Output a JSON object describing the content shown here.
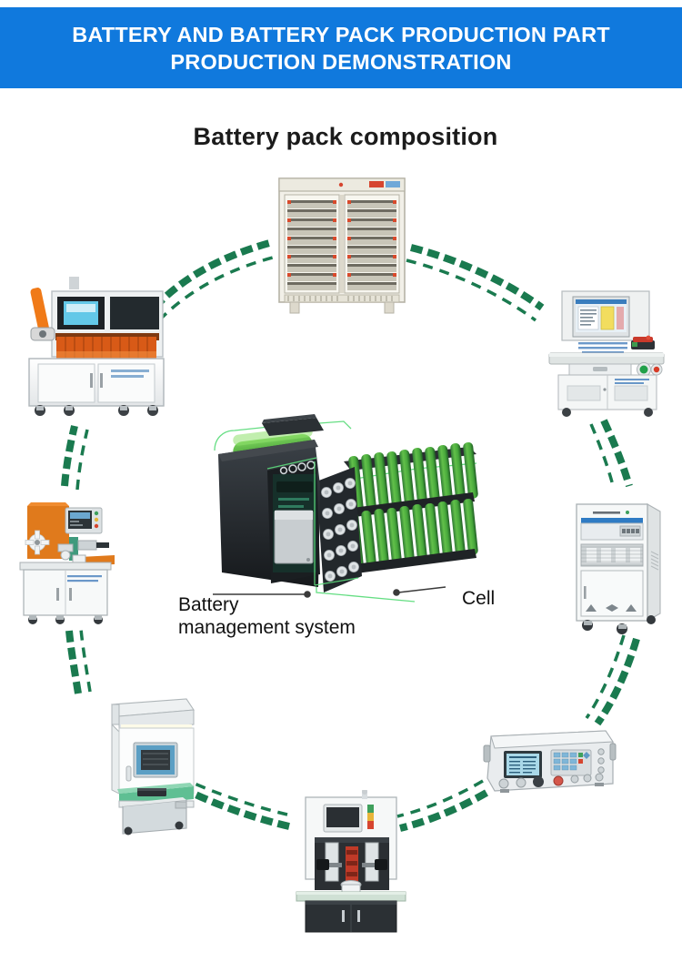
{
  "banner": {
    "title": "BATTERY AND BATTERY PACK PRODUCTION PART PRODUCTION DEMONSTRATION",
    "bg_color": "#1079dd",
    "text_color": "#ffffff"
  },
  "section": {
    "heading": "Battery pack composition"
  },
  "diagram": {
    "flow_color": "#1a7a4f",
    "center_labels": {
      "bms": "Battery\nmanagement system",
      "bms_line1": "Battery",
      "bms_line2": "management system",
      "cell": "Cell"
    },
    "center_subject": "battery-pack-cutaway",
    "nodes": [
      {
        "id": "sorting-machine",
        "name": "battery-sorting-machine",
        "position": "top-left"
      },
      {
        "id": "grading-cabinet",
        "name": "battery-grading-cabinet",
        "position": "top-center"
      },
      {
        "id": "test-workstation",
        "name": "pack-test-workstation",
        "position": "top-right"
      },
      {
        "id": "power-cabinet",
        "name": "charge-discharge-cabinet",
        "position": "right"
      },
      {
        "id": "bench-tester",
        "name": "benchtop-battery-tester",
        "position": "bottom-right"
      },
      {
        "id": "spot-welder",
        "name": "spot-welding-machine",
        "position": "bottom-center"
      },
      {
        "id": "inspection-station",
        "name": "inspection-station",
        "position": "bottom-left"
      },
      {
        "id": "insulation-machine",
        "name": "paper-pasting-machine",
        "position": "left"
      }
    ],
    "arrow_count": 8,
    "arrow_style": "dashed-double-curve"
  }
}
